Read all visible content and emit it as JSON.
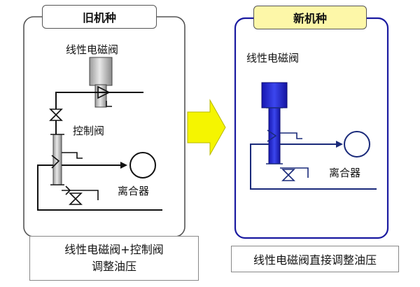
{
  "old": {
    "title": "旧机种",
    "solenoid_label": "线性电磁阀",
    "control_valve_label": "控制阀",
    "clutch_label": "离合器",
    "caption_line1": "线性电磁阀+控制阀",
    "caption_line2": "调整油压"
  },
  "new": {
    "title": "新机种",
    "solenoid_label": "线性电磁阀",
    "clutch_label": "离合器",
    "caption": "线性电磁阀直接调整油压"
  },
  "colors": {
    "old_frame": "#555555",
    "new_frame": "#1a1aa0",
    "new_title_bg": "#fdf7a8",
    "arrow_fill": "#f5f500",
    "new_valve": "#1f22c8",
    "new_lines": "#1a2a7a"
  }
}
